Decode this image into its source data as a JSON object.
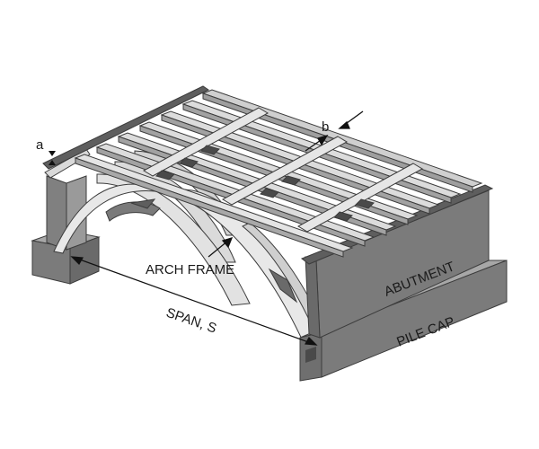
{
  "labels": {
    "a": "a",
    "b": "b",
    "arch_frame": "ARCH FRAME",
    "span": "SPAN, S",
    "abutment": "ABUTMENT",
    "pile_cap": "PILE CAP"
  },
  "colors": {
    "concrete_front": "#7b7b7b",
    "concrete_top": "#a7a7a7",
    "concrete_dark": "#5e5e5e",
    "steel_light": "#e4e4e4",
    "steel_mid": "#c9c9c9",
    "steel_edge": "#3c3c3c"
  }
}
